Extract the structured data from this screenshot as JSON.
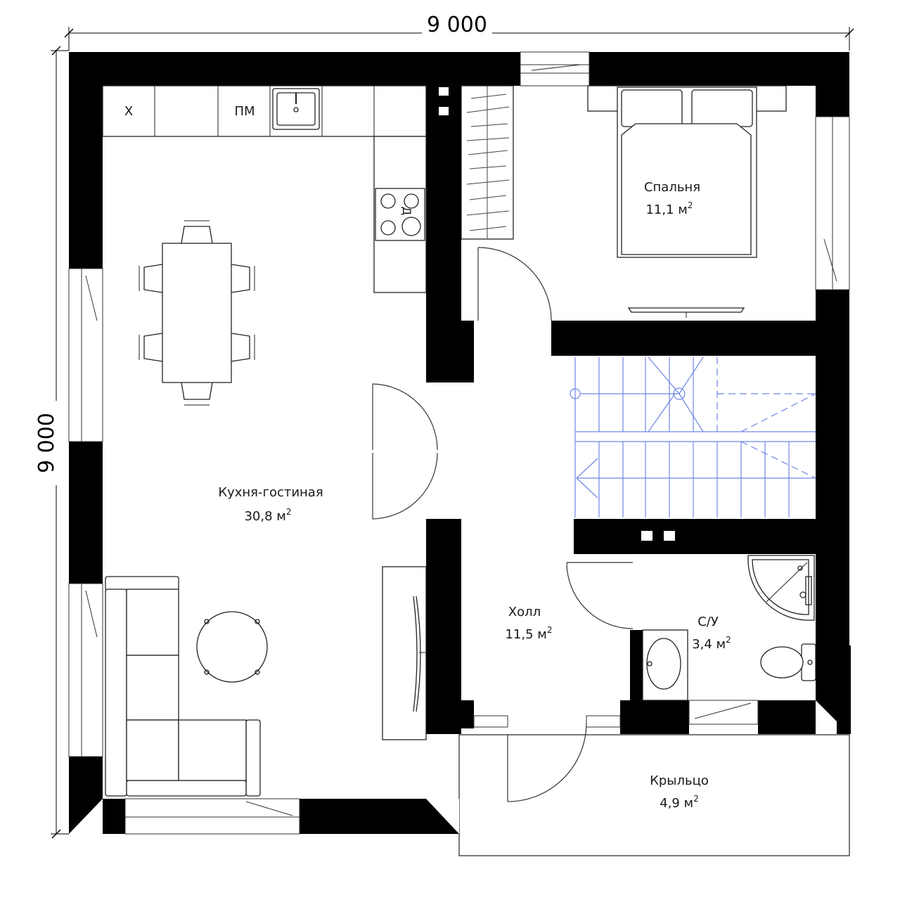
{
  "dimensions": {
    "width_label": "9 000",
    "height_label": "9 000"
  },
  "rooms": {
    "kitchen_living": {
      "name": "Кухня-гостиная",
      "area": "30,8 м",
      "unit_sup": "2"
    },
    "bedroom": {
      "name": "Спальня",
      "area": "11,1 м",
      "unit_sup": "2"
    },
    "hall": {
      "name": "Холл",
      "area": "11,5 м",
      "unit_sup": "2"
    },
    "bathroom": {
      "name": "С/У",
      "area": "3,4 м",
      "unit_sup": "2"
    },
    "porch": {
      "name": "Крыльцо",
      "area": "4,9 м",
      "unit_sup": "2"
    }
  },
  "appliances": {
    "fridge_label": "Х",
    "dishwasher_label": "ПМ",
    "oven_label": "Д"
  },
  "colors": {
    "wall": "#000000",
    "stair": "#6f86e6",
    "fixture": "#222222"
  }
}
